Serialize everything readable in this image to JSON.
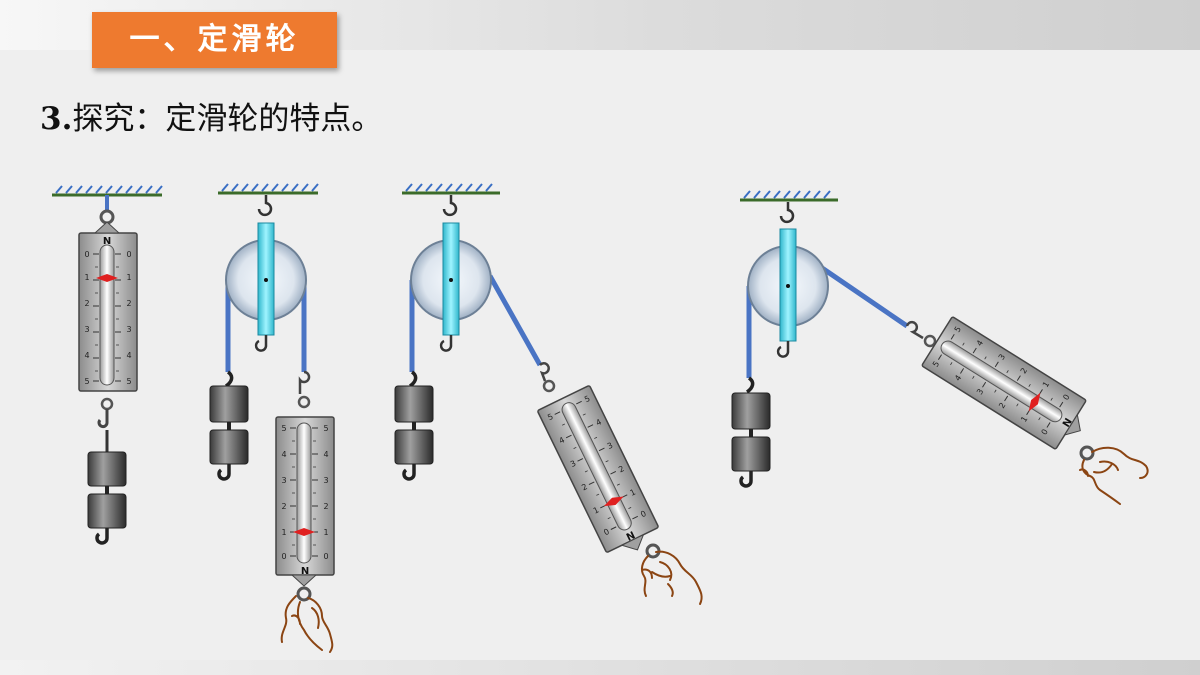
{
  "header": {
    "section_tag": "一、定滑轮",
    "title_number": "3.",
    "title_text": "探究：定滑轮的特点。"
  },
  "scale": {
    "unit": "N",
    "ticks": [
      "0",
      "1",
      "2",
      "3",
      "4",
      "5"
    ]
  },
  "colors": {
    "tag": "#ee7a2f",
    "rope": "#4a74c4",
    "axle": "#5ee0f0",
    "pointer": "#e02020",
    "hand": "#8b4513"
  }
}
